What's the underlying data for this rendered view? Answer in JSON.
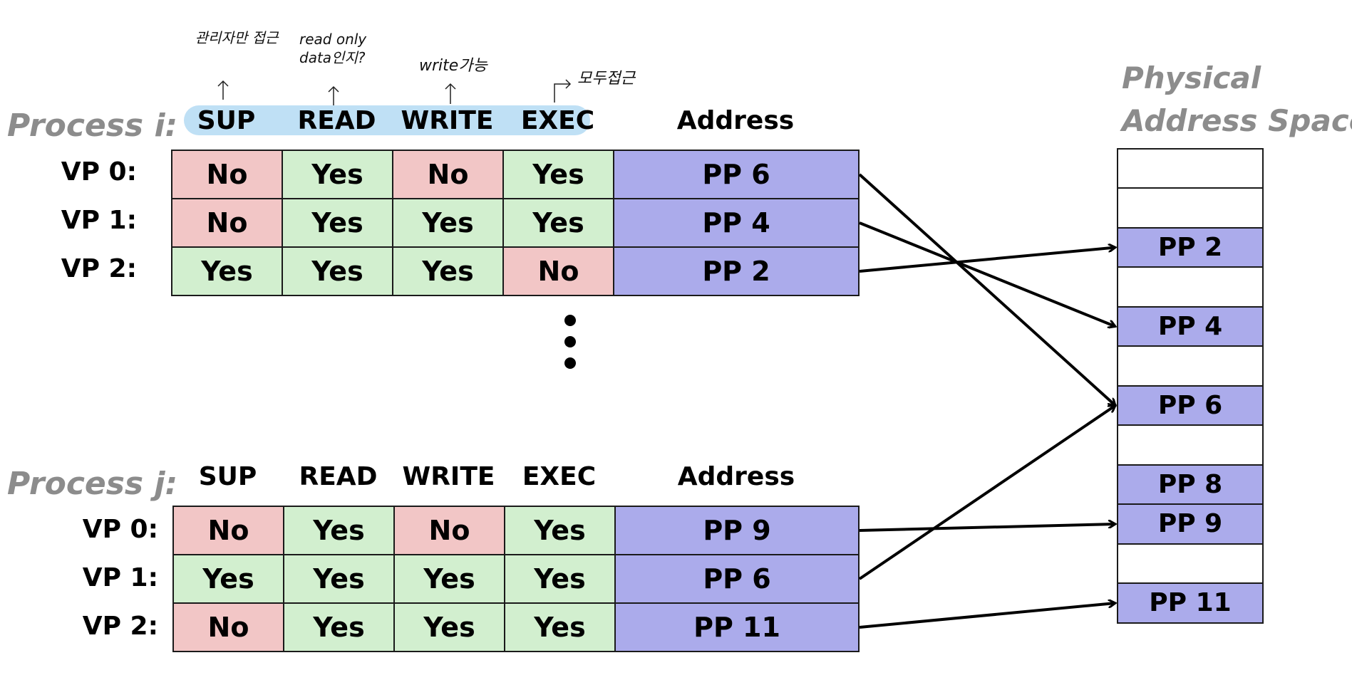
{
  "physical_label_line1": "Physical",
  "physical_label_line2": "Address Space",
  "column_headers": [
    "SUP",
    "READ",
    "WRITE",
    "EXEC",
    "Address"
  ],
  "handwritten_notes": [
    "관리자만 접근",
    "read only data인지?",
    "write가능",
    "모두접근"
  ],
  "processes": [
    {
      "label": "Process i:",
      "rows": [
        {
          "vp": "VP 0:",
          "sup": "No",
          "read": "Yes",
          "write": "No",
          "exec": "Yes",
          "address": "PP 6"
        },
        {
          "vp": "VP 1:",
          "sup": "No",
          "read": "Yes",
          "write": "Yes",
          "exec": "Yes",
          "address": "PP 4"
        },
        {
          "vp": "VP 2:",
          "sup": "Yes",
          "read": "Yes",
          "write": "Yes",
          "exec": "No",
          "address": "PP 2"
        }
      ]
    },
    {
      "label": "Process j:",
      "rows": [
        {
          "vp": "VP 0:",
          "sup": "No",
          "read": "Yes",
          "write": "No",
          "exec": "Yes",
          "address": "PP 9"
        },
        {
          "vp": "VP 1:",
          "sup": "Yes",
          "read": "Yes",
          "write": "Yes",
          "exec": "Yes",
          "address": "PP 6"
        },
        {
          "vp": "VP 2:",
          "sup": "No",
          "read": "Yes",
          "write": "Yes",
          "exec": "Yes",
          "address": "PP 11"
        }
      ]
    }
  ],
  "physical_pages": [
    "",
    "",
    "PP 2",
    "",
    "PP 4",
    "",
    "PP 6",
    "",
    "PP 8",
    "PP 9",
    "",
    "PP 11"
  ],
  "mappings": [
    {
      "process": 0,
      "row": 0,
      "target": "PP 6"
    },
    {
      "process": 0,
      "row": 1,
      "target": "PP 4"
    },
    {
      "process": 0,
      "row": 2,
      "target": "PP 2"
    },
    {
      "process": 1,
      "row": 0,
      "target": "PP 9"
    },
    {
      "process": 1,
      "row": 1,
      "target": "PP 6"
    },
    {
      "process": 1,
      "row": 2,
      "target": "PP 11"
    }
  ],
  "colors": {
    "no": "#f2c6c6",
    "yes": "#d2efcf",
    "address": "#ababeb",
    "label_gray": "#8c8c8c",
    "highlight": "#bfe0f5"
  }
}
